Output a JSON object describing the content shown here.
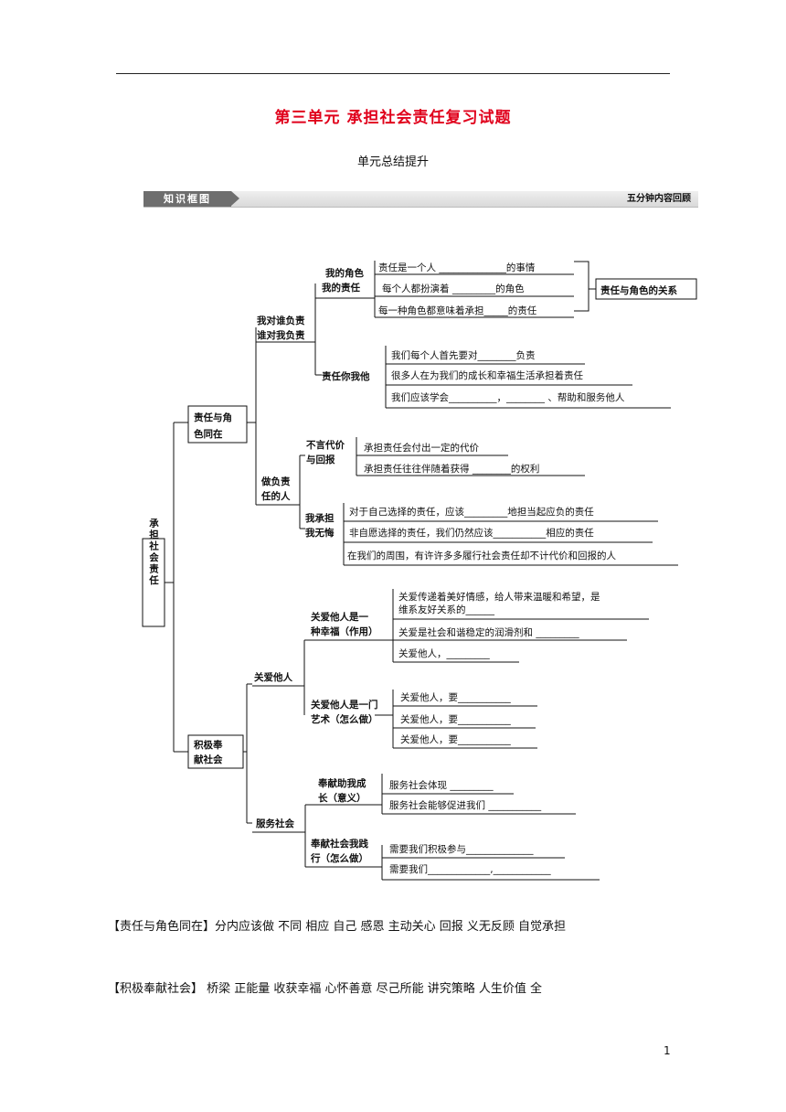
{
  "title": "第三单元  承担社会责任复习试题",
  "subtitle": "单元总结提升",
  "banner": {
    "tag": "知识框图",
    "right": "五分钟内容回顾"
  },
  "diagram": {
    "root": "承担社会责任",
    "b1": "责任与角色同在",
    "b1_1": "我对谁负责谁对我负责",
    "b1_1_1": "我的角色我的责任",
    "b1_1_1_items": [
      "责任是一个人 ______________的事情",
      "每个人都扮演着 _________的角色",
      "每一种角色都意味着承担_____的责任"
    ],
    "b1_1_1_side": "责任与角色的关系",
    "b1_1_2": "责任你我他",
    "b1_1_2_items": [
      "我们每个人首先要对________负责",
      "很多人在为我们的成长和幸福生活承担着责任",
      "我们应该学会__________，________ 、帮助和服务他人"
    ],
    "b1_2": "做负责任的人",
    "b1_2_1": "不言代价与回报",
    "b1_2_1_items": [
      "承担责任会付出一定的代价",
      "承担责任往往伴随着获得 ________的权利"
    ],
    "b1_2_2": "我承担我无悔",
    "b1_2_2_items": [
      "对于自己选择的责任，应该_________地担当起应负的责任",
      "非自愿选择的责任，我们仍然应该___________相应的责任",
      "在我们的周围，有许许多多履行社会责任却不计代价和回报的人"
    ],
    "b2": "积极奉献社会",
    "b2_1": "关爱他人",
    "b2_1_1": "关爱他人是一种幸福（作用）",
    "b2_1_1_items": [
      "关爱传递着美好情感，给人带来温暖和希望，是维系友好关系的______",
      "关爱是社会和谐稳定的润滑剂和 _________",
      "关爱他人，_________"
    ],
    "b2_1_2": "关爱他人是一门艺术（怎么做）",
    "b2_1_2_items": [
      "关爱他人，要___________",
      "关爱他人，要___________",
      "关爱他人，要___________"
    ],
    "b2_2": "服务社会",
    "b2_2_1": "奉献助我成长（意义）",
    "b2_2_1_items": [
      "服务社会体现 _________",
      "服务社会能够促进我们 ___________"
    ],
    "b2_2_2": "奉献社会我践行（怎么做）",
    "b2_2_2_items": [
      "需要我们积极参与______________",
      "需要我们_____________,____________"
    ]
  },
  "answers": {
    "p1": "【责任与角色同在】分内应该做  不同  相应  自己  感恩  主动关心  回报  义无反顾  自觉承担",
    "p2": "【积极奉献社会】  桥梁  正能量  收获幸福  心怀善意  尽己所能  讲究策略  人生价值  全"
  },
  "page_number": "1"
}
